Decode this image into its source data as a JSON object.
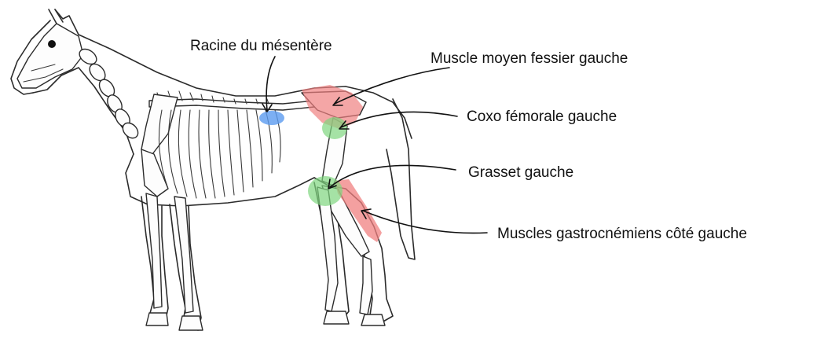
{
  "labels": {
    "mesentery_root": "Racine du mésentère",
    "middle_gluteal": "Muscle moyen fessier gauche",
    "hip_joint": "Coxo fémorale gauche",
    "stifle": "Grasset gauche",
    "gastrocnemius": "Muscles gastrocnémiens côté gauche"
  },
  "highlight_colors": {
    "muscle": "#f08080",
    "joint": "#7fd67f",
    "organ": "#5b9bf0"
  }
}
